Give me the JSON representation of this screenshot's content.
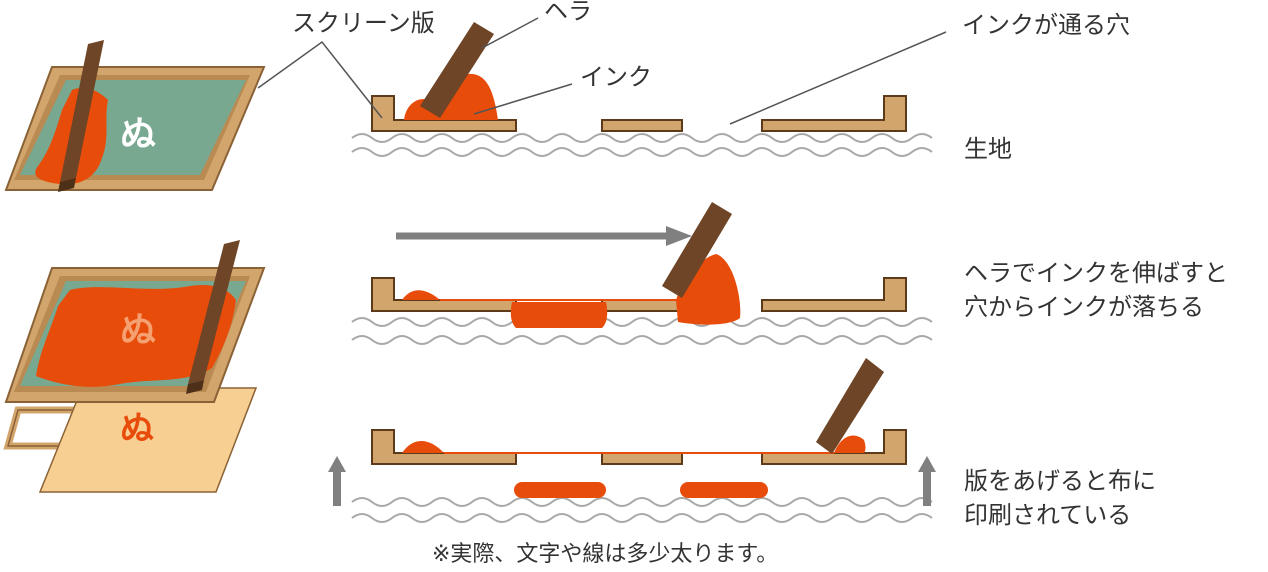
{
  "colors": {
    "frame": "#d2a56c",
    "frame_dark": "#8a6236",
    "outline": "#5c3a1a",
    "mesh": "#78a890",
    "ink": "#e84c0a",
    "ink_light": "#f07a3c",
    "squeegee": "#6e4526",
    "fabric_line": "#a8a8a8",
    "cloth": "#f8cf93",
    "arrow": "#808080",
    "leader": "#555555",
    "text": "#333333"
  },
  "labels": {
    "screen_plate": "スクリーン版",
    "squeegee": "ヘラ",
    "ink": "インク",
    "ink_holes": "インクが通る穴",
    "fabric": "生地",
    "step2_line1": "ヘラでインクを伸ばすと",
    "step2_line2": "穴からインクが落ちる",
    "step3_line1": "版をあげると布に",
    "step3_line2": "印刷されている",
    "note": "※実際、文字や線は多少太ります。"
  },
  "illustration": {
    "print_motif": "ぬ"
  }
}
